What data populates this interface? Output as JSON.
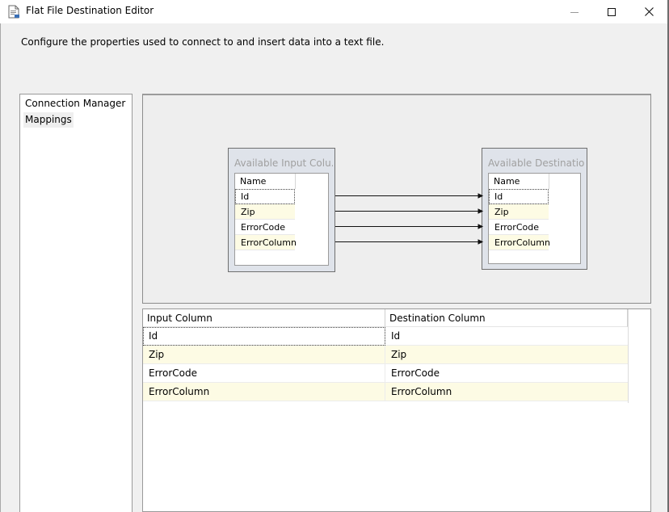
{
  "window": {
    "title": "Flat File Destination Editor",
    "minimize_glyph": "–",
    "maximize_glyph": "☐",
    "close_glyph": "✕",
    "icon": "document-icon"
  },
  "description": "Configure the properties used to connect to and insert data into a text file.",
  "nav": {
    "items": [
      {
        "label": "Connection Manager",
        "selected": false
      },
      {
        "label": "Mappings",
        "selected": true
      }
    ]
  },
  "input_box": {
    "title": "Available Input Colu...",
    "header": "Name",
    "rows": [
      "Id",
      "Zip",
      "ErrorCode",
      "ErrorColumn"
    ]
  },
  "dest_box": {
    "title": "Available Destinatio...",
    "header": "Name",
    "rows": [
      "Id",
      "Zip",
      "ErrorCode",
      "ErrorColumn"
    ]
  },
  "grid": {
    "headers": [
      "Input Column",
      "Destination Column"
    ],
    "rows": [
      [
        "Id",
        "Id"
      ],
      [
        "Zip",
        "Zip"
      ],
      [
        "ErrorCode",
        "ErrorCode"
      ],
      [
        "ErrorColumn",
        "ErrorColumn"
      ]
    ]
  },
  "colors": {
    "alt_row": "#fdfbe4",
    "box_fill": "#dfe3ea",
    "canvas": "#eeeeee"
  }
}
